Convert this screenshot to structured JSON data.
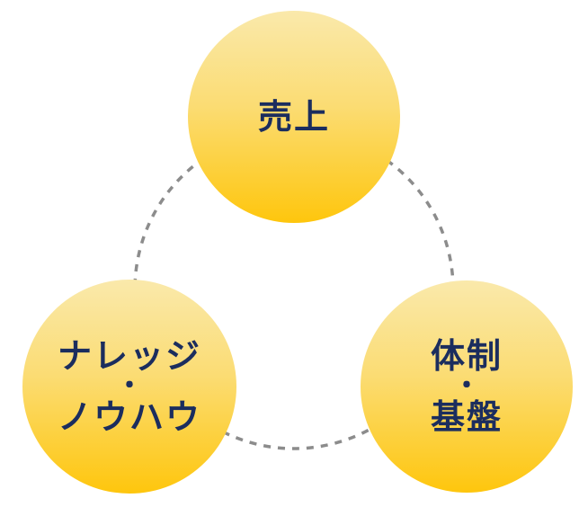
{
  "diagram": {
    "background_color": "#ffffff",
    "circle_gradient_top_color": "#FAE9AB",
    "circle_gradient_bottom_color": "#FEC60D",
    "label_text_color": "#1B2D5E",
    "dashed_connector_color": "#8C8C8C",
    "nodes": [
      {
        "id": "sales",
        "position": "top",
        "line1": "売上"
      },
      {
        "id": "knowledge-knowhow",
        "position": "bottom-left",
        "line1": "ナレッジ",
        "line2": "・",
        "line3": "ノウハウ"
      },
      {
        "id": "structure-foundation",
        "position": "bottom-right",
        "line1": "体制",
        "line2": "・",
        "line3": "基盤"
      }
    ]
  }
}
